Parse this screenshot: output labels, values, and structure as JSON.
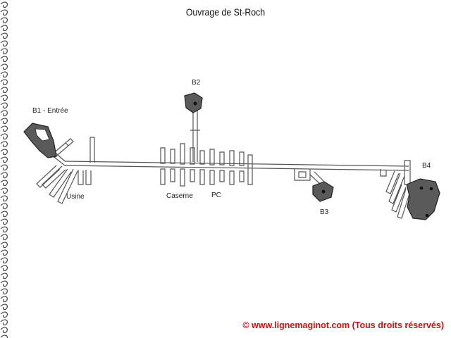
{
  "title": "Ouvrage de St-Roch",
  "labels": {
    "b1": "B1 - Entrée",
    "b2": "B2",
    "b3": "B3",
    "b4": "B4",
    "usine": "Usine",
    "caserne": "Caserne",
    "pc": "PC"
  },
  "copyright": "© www.lignemaginot.com (Tous droits réservés)",
  "colors": {
    "bloc_fill": "#5a5a5a",
    "gallery_stroke": "#555555",
    "copyright": "#cc1111"
  }
}
